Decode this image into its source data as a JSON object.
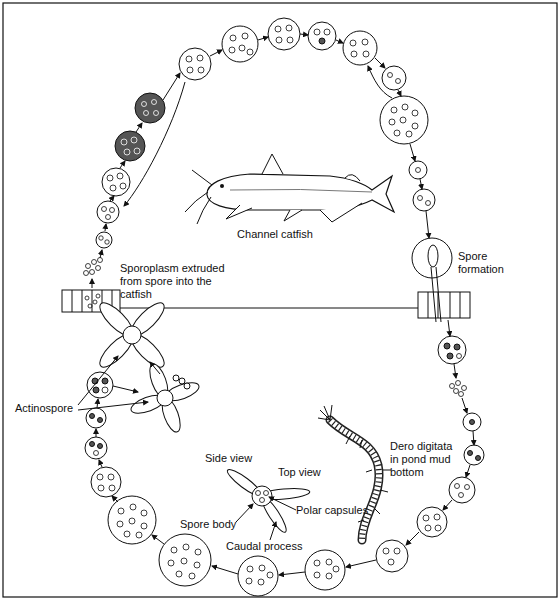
{
  "diagram": {
    "labels": [
      "Channel catfish",
      "Sporoplasm extruded from spore into the catfish",
      "Spore formation",
      "Dero digitata in pond mud bottom",
      "Actinospore",
      "Side view",
      "Top view",
      "Polar capsules",
      "Spore body",
      "Caudal process"
    ]
  }
}
